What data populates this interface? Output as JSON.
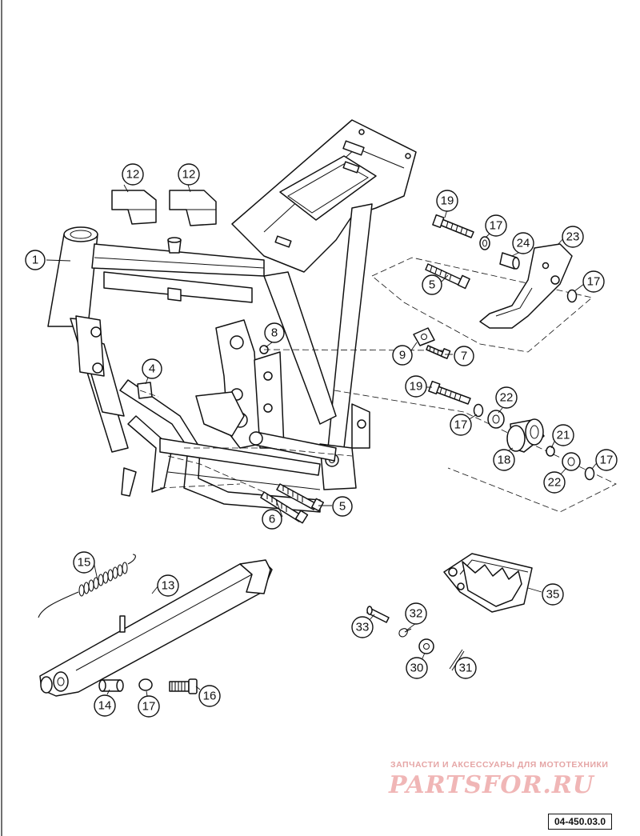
{
  "callouts": [
    {
      "id": "c1",
      "label": "1"
    },
    {
      "id": "c4",
      "label": "4"
    },
    {
      "id": "c5a",
      "label": "5"
    },
    {
      "id": "c5b",
      "label": "5"
    },
    {
      "id": "c6",
      "label": "6"
    },
    {
      "id": "c7",
      "label": "7"
    },
    {
      "id": "c8",
      "label": "8"
    },
    {
      "id": "c9",
      "label": "9"
    },
    {
      "id": "c12a",
      "label": "12"
    },
    {
      "id": "c12b",
      "label": "12"
    },
    {
      "id": "c13",
      "label": "13"
    },
    {
      "id": "c14",
      "label": "14"
    },
    {
      "id": "c15",
      "label": "15"
    },
    {
      "id": "c16",
      "label": "16"
    },
    {
      "id": "c17a",
      "label": "17"
    },
    {
      "id": "c17b",
      "label": "17"
    },
    {
      "id": "c17c",
      "label": "17"
    },
    {
      "id": "c17d",
      "label": "17"
    },
    {
      "id": "c17e",
      "label": "17"
    },
    {
      "id": "c18",
      "label": "18"
    },
    {
      "id": "c19a",
      "label": "19"
    },
    {
      "id": "c19b",
      "label": "19"
    },
    {
      "id": "c21",
      "label": "21"
    },
    {
      "id": "c22a",
      "label": "22"
    },
    {
      "id": "c22b",
      "label": "22"
    },
    {
      "id": "c23",
      "label": "23"
    },
    {
      "id": "c24",
      "label": "24"
    },
    {
      "id": "c30",
      "label": "30"
    },
    {
      "id": "c31",
      "label": "31"
    },
    {
      "id": "c32",
      "label": "32"
    },
    {
      "id": "c33",
      "label": "33"
    },
    {
      "id": "c35",
      "label": "35"
    }
  ],
  "watermark": {
    "tagline": "ЗАПЧАСТИ И АКСЕССУАРЫ ДЛЯ МОТОТЕХНИКИ",
    "logo": "PARTSFOR.RU"
  },
  "diagram_code": "04-450.03.0"
}
